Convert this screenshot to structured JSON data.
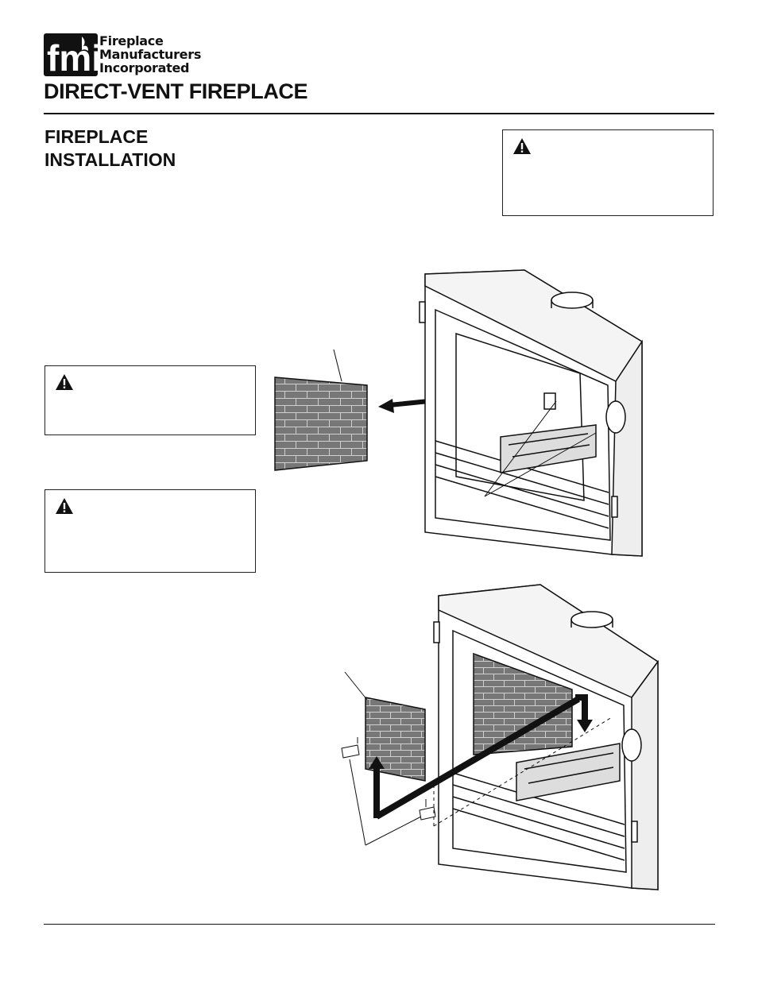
{
  "header": {
    "brand_lines": [
      "Fireplace",
      "Manufacturers",
      "Incorporated"
    ],
    "logo_mark": "fmi",
    "document_title": "DIRECT-VENT FIREPLACE"
  },
  "section": {
    "title_lines": [
      "FIREPLACE",
      "INSTALLATION"
    ]
  },
  "warnings": [
    {
      "id": "warn-top",
      "icon": "warning-triangle-icon"
    },
    {
      "id": "warn-mid",
      "icon": "warning-triangle-icon"
    },
    {
      "id": "warn-low",
      "icon": "warning-triangle-icon"
    }
  ],
  "illustrations": [
    {
      "id": "fig-remove-panel",
      "subject": "fireplace with brick panel removed"
    },
    {
      "id": "fig-install-panel",
      "subject": "fireplace with brick panel and brackets being installed"
    }
  ],
  "colors": {
    "ink": "#111111",
    "brick": "#7a7a7a",
    "mortar": "#d8d8d8"
  }
}
